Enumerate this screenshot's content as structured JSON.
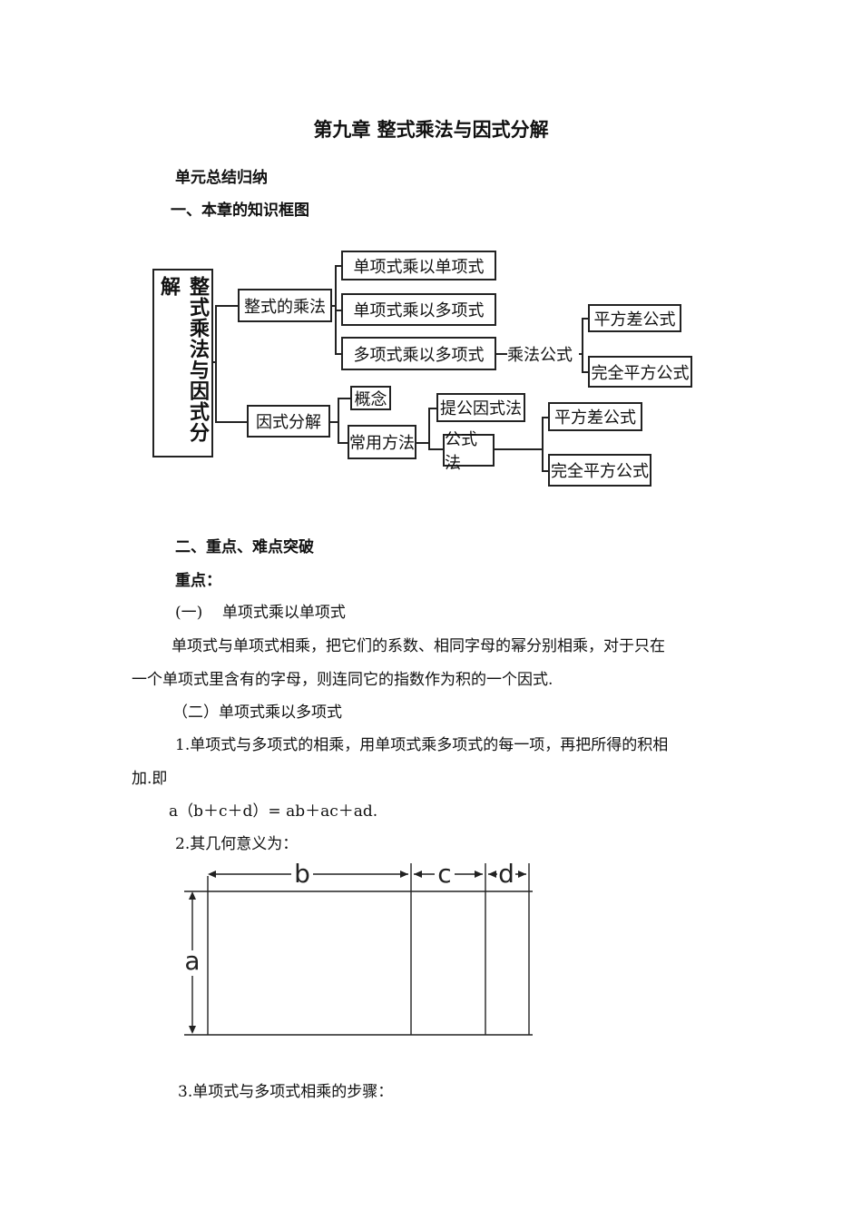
{
  "title": "第九章  整式乘法与因式分解",
  "summary_heading": "单元总结归纳",
  "section1_heading": "一、本章的知识框图",
  "diagram": {
    "root": "整式乘法与因式分解",
    "mult": "整式的乘法",
    "mono_mono": "单项式乘以单项式",
    "mono_poly": "单项式乘以多项式",
    "poly_poly": "多项式乘以多项式",
    "mult_formula": "乘法公式",
    "diff_squares_1": "平方差公式",
    "perfect_square_1": "完全平方公式",
    "factor": "因式分解",
    "concept": "概念",
    "common_methods": "常用方法",
    "common_factor": "提公因式法",
    "formula_method": "公式法",
    "diff_squares_2": "平方差公式",
    "perfect_square_2": "完全平方公式"
  },
  "section2_heading": "二、重点、难点突破",
  "key_points_label": "重点：",
  "item1_heading": "(一)    单项式乘以单项式",
  "item1_line1": "单项式与单项式相乘，把它们的系数、相同字母的幂分别相乘，对于只在",
  "item1_line2": "一个单项式里含有的字母，则连同它的指数作为积的一个因式.",
  "item2_heading": "（二）单项式乘以多项式",
  "item2_p1_line1": "1.单项式与多项式的相乘，用单项式乘多项式的每一项，再把所得的积相",
  "item2_p1_line2": "加.即",
  "formula": "a（b＋c＋d）= ab＋ac＋ad.",
  "geometry_label": "2.其几何意义为：",
  "figure": {
    "b": "b",
    "c": "c",
    "d": "d",
    "a": "a"
  },
  "steps_label": "3.单项式与多项式相乘的步骤："
}
